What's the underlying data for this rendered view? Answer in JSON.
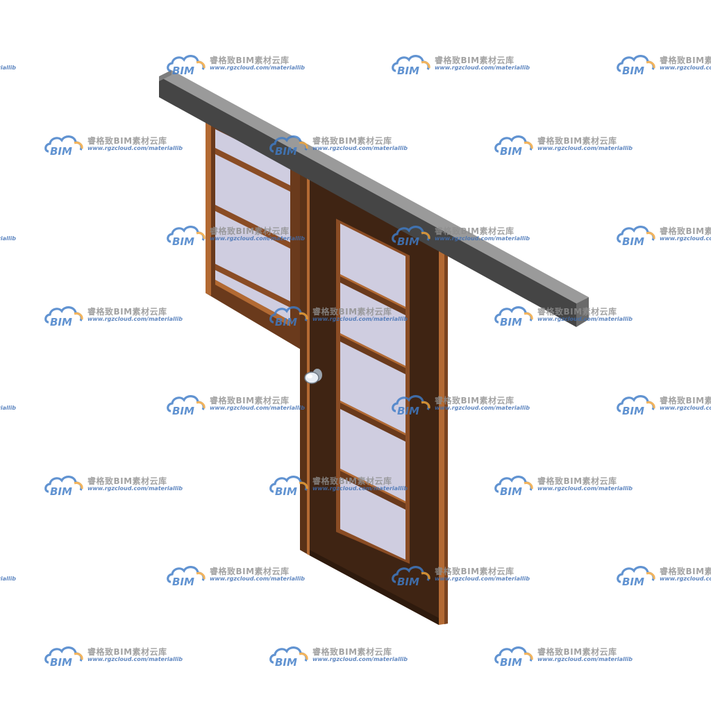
{
  "watermark": {
    "brand_text": "BIM",
    "name": "睿格致BIM素材云库",
    "url": "www.rgzcloud.com/materiallib",
    "logo_icon": "cloud-icon",
    "colors": {
      "logo_blue": "#3f7cc8",
      "logo_orange": "#f0a43a",
      "name_gray": "#8f8f8f",
      "url_blue": "#3f6fb4"
    }
  },
  "model": {
    "subject": "sliding-glass-door",
    "colors": {
      "track_top": "#9a9a9a",
      "track_front": "#4a4a4a",
      "track_end": "#6a6a6a",
      "wood_dark": "#3f2413",
      "wood_mid": "#6a3a1c",
      "wood_light": "#b36a33",
      "glass": "#cfcde0",
      "handle": "#e8eef5"
    }
  }
}
